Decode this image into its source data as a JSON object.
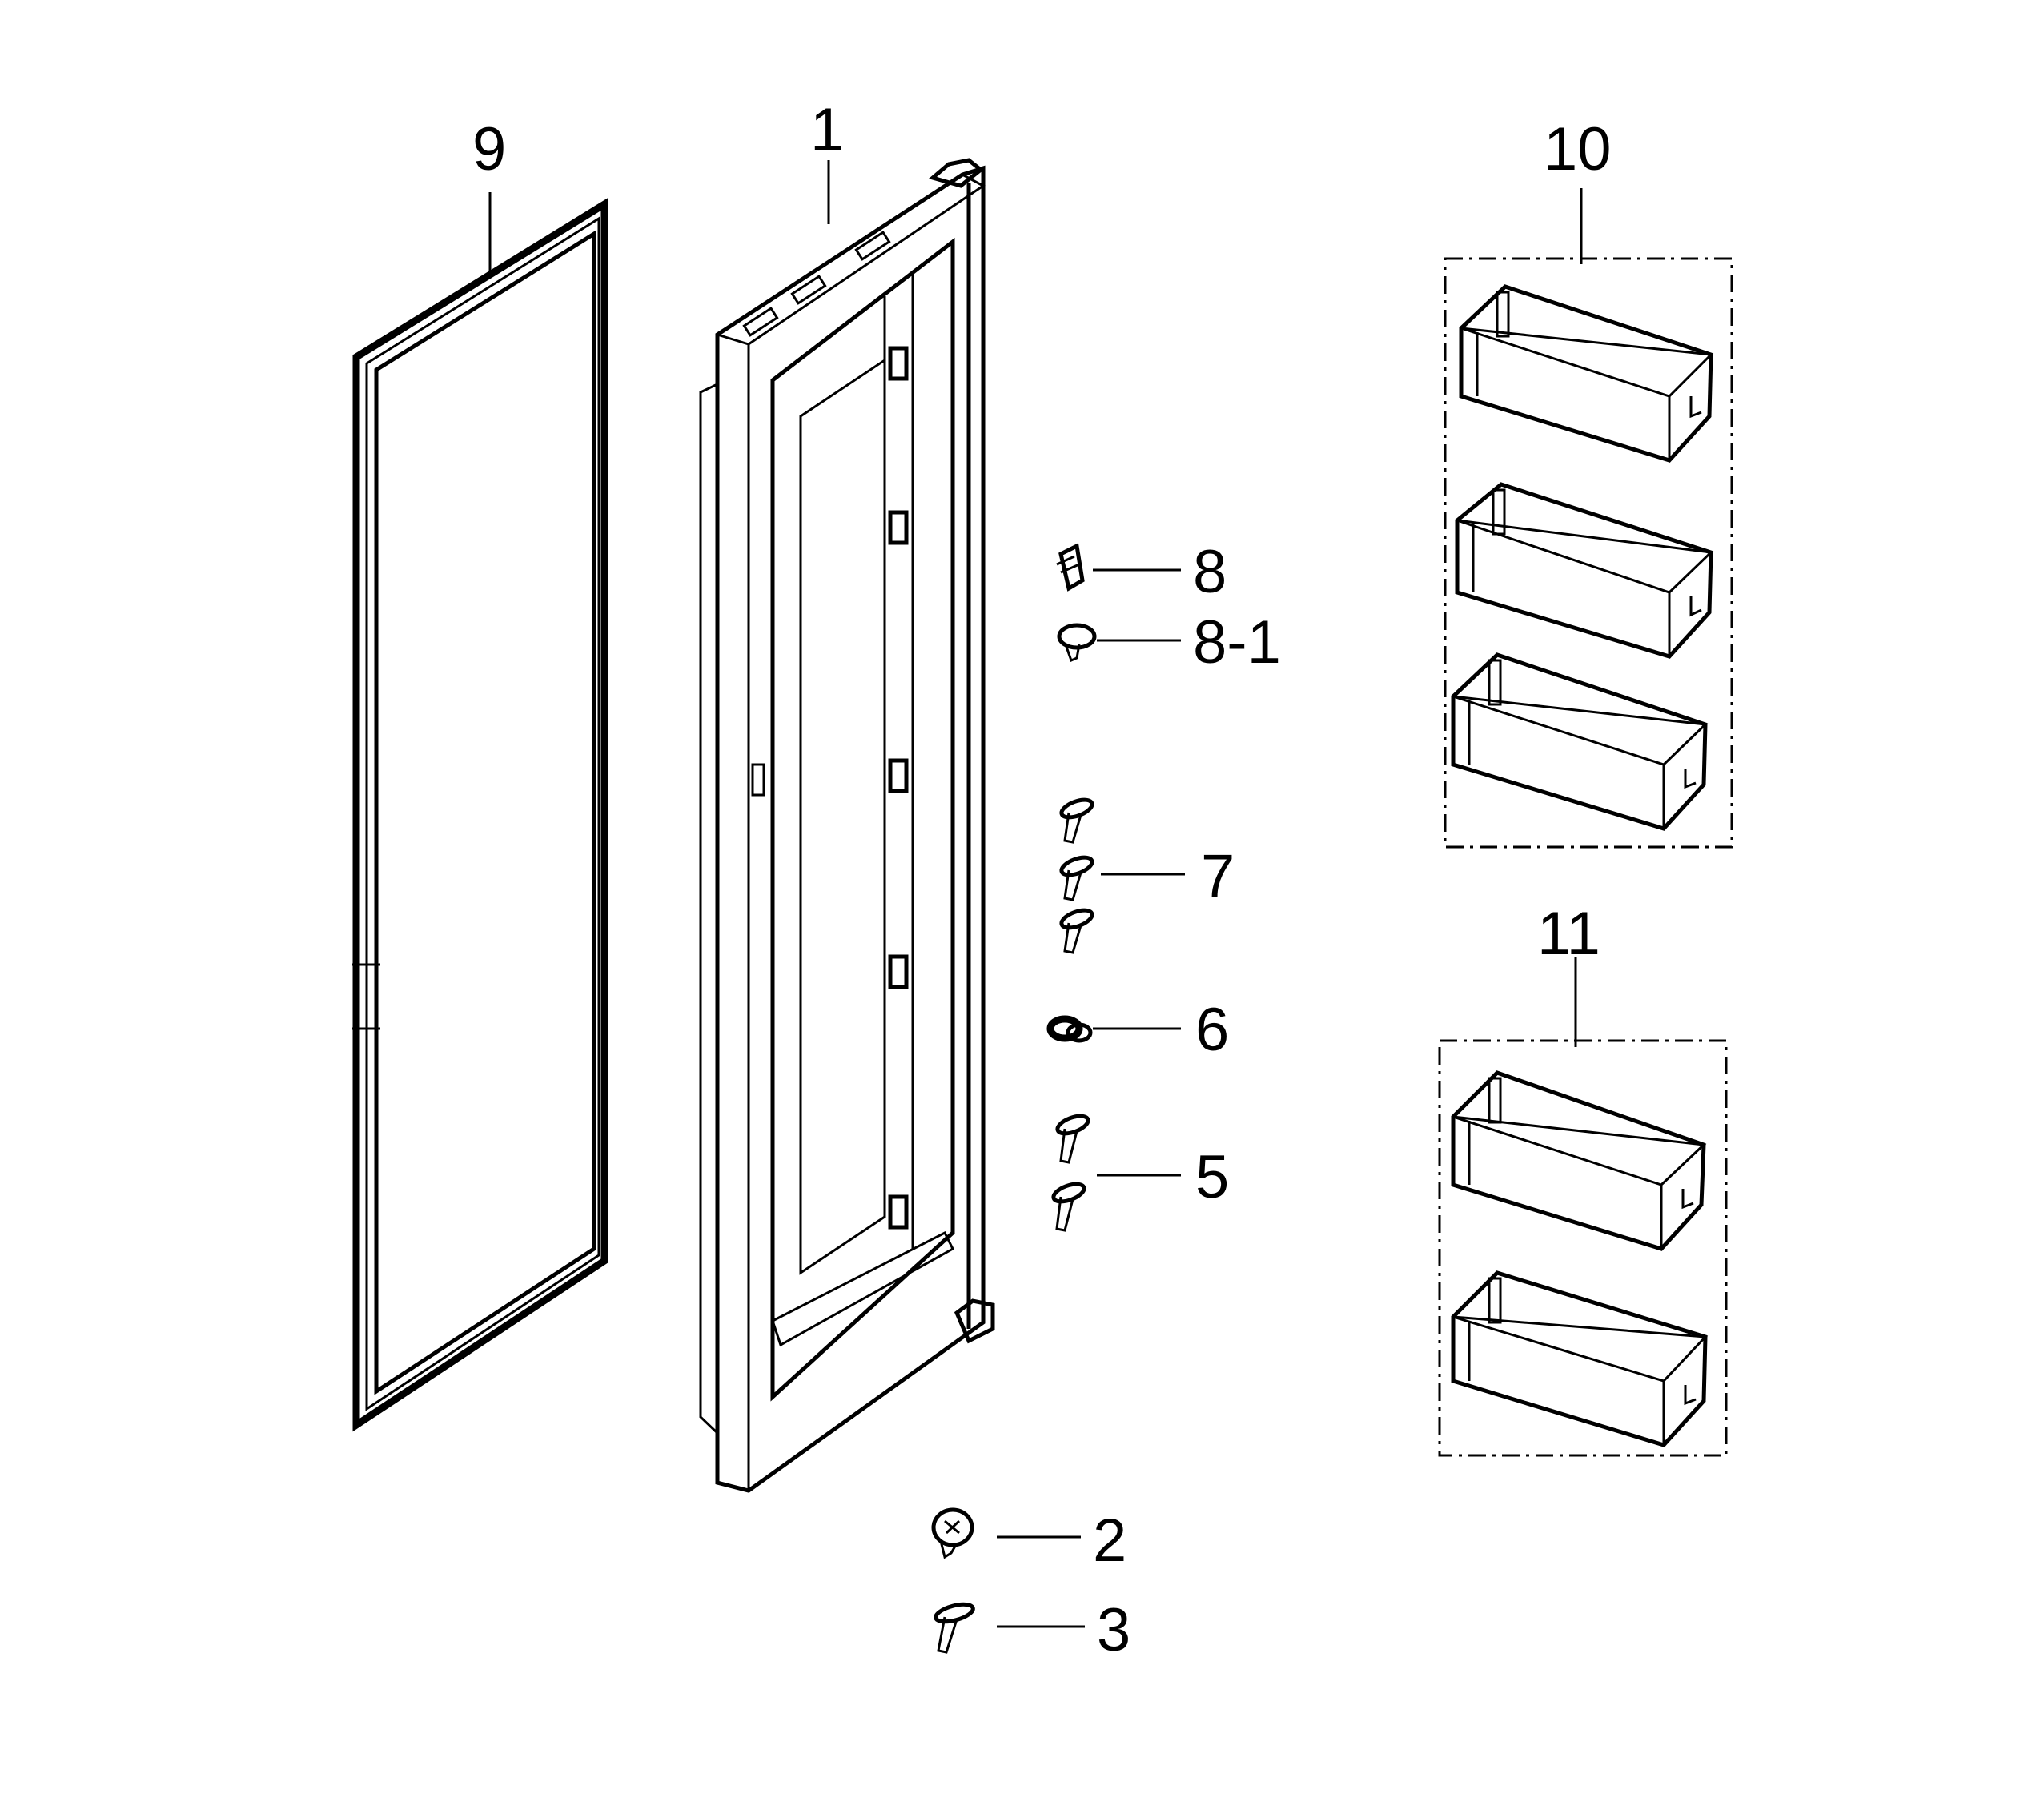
{
  "diagram": {
    "callouts": {
      "c1": "1",
      "c2": "2",
      "c3": "3",
      "c5": "5",
      "c6": "6",
      "c7": "7",
      "c8": "8",
      "c8_1": "8-1",
      "c9": "9",
      "c10": "10",
      "c11": "11"
    }
  }
}
